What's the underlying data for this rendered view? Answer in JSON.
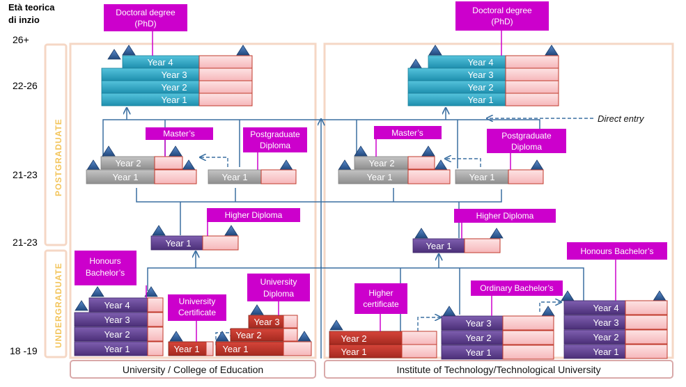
{
  "age_header": [
    "Età teorica",
    "di inzio"
  ],
  "age_labels": [
    "26+",
    "22-26",
    "21-23",
    "21-23",
    "18 -19"
  ],
  "side_labels": {
    "postgraduate": "POSTGRADUATE",
    "undergraduate": "UNDERGRADUATE"
  },
  "institutions": {
    "university": "University / College of Education",
    "institute": "Institute of Technology/Technological University"
  },
  "qualifications": {
    "doctoral": [
      "Doctoral degree",
      "(PhD)"
    ],
    "masters": [
      "Master’s"
    ],
    "postgraduate_diploma": [
      "Postgraduate",
      "Diploma"
    ],
    "higher_diploma": [
      "Higher Diploma"
    ],
    "honours_bachelors_left": [
      "Honours",
      "Bachelor’s"
    ],
    "honours_bachelors_right": [
      "Honours Bachelor’s"
    ],
    "university_certificate": [
      "University",
      "Certificate"
    ],
    "university_diploma": [
      "University",
      "Diploma"
    ],
    "higher_certificate": [
      "Higher",
      "certificate"
    ],
    "ordinary_bachelors": [
      "Ordinary Bachelor’s"
    ]
  },
  "years": {
    "y1": "Year 1",
    "y2": "Year 2",
    "y3": "Year 3",
    "y4": "Year 4"
  },
  "direct_entry": "Direct entry",
  "colors": {
    "teal": "#2aa5c2",
    "grey": "#a6a6a6",
    "purple": "#5d3f8c",
    "red": "#c0392b",
    "pink_fill": "#f9c7c9",
    "magenta": "#cc00cc",
    "arrow": "#3a6fa1",
    "frame": "#f5d7c5",
    "triangle": "#2e5c95"
  }
}
